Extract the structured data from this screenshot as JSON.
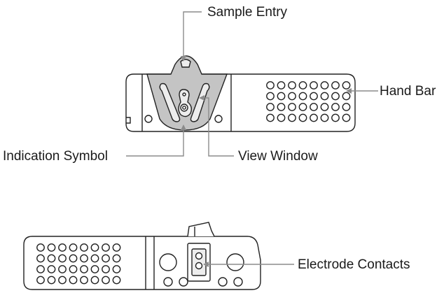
{
  "labels": {
    "sample_entry": "Sample Entry",
    "hand_bar": "Hand Bar",
    "indication_symbol": "Indication Symbol",
    "view_window": "View Window",
    "electrode_contacts": "Electrode Contacts"
  },
  "colors": {
    "outline": "#222222",
    "arrow": "#8c8c8c",
    "plate_fill": "#c4c4c4",
    "plate_hole": "#ededed"
  }
}
